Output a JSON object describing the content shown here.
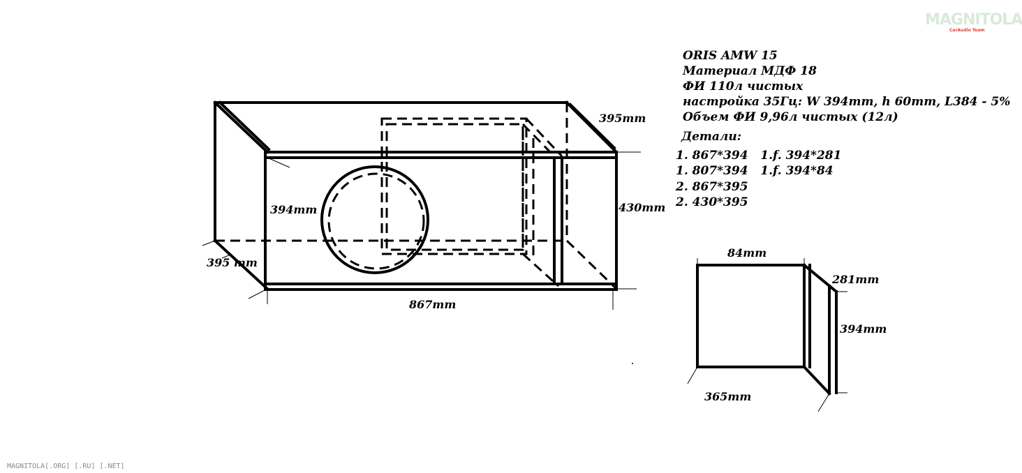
{
  "spec": {
    "title": "ORIS AMW 15",
    "material": "Материал МДФ 18",
    "port_volume": "ФИ 110л чистых",
    "tuning": "настройка 35Гц: W 394mm, h 60mm, L384 - 5%",
    "port_net_volume": "Объем ФИ 9,96л чистых (12л)",
    "parts_heading": "Детали:",
    "parts": [
      "1. 867*394   1.f. 394*281",
      "1. 807*394   1.f. 394*84",
      "2. 867*395",
      "2. 430*395"
    ]
  },
  "box_dims": {
    "depth_top": "395mm",
    "inner_height": "394mm",
    "outer_height": "430mm",
    "depth_bottom": "395 mm",
    "width": "867mm"
  },
  "port_dims": {
    "width": "84mm",
    "depth": "281mm",
    "height": "394mm",
    "length": "365mm"
  },
  "watermark": {
    "bottom_text": "MAGNITOLA[.ORG] [.RU] [.NET]",
    "logo_text": "MAGNITOLA",
    "logo_sub": "CarAudio Team"
  },
  "colors": {
    "line": "#000000",
    "background": "#ffffff",
    "logo_accent": "#e04040"
  }
}
